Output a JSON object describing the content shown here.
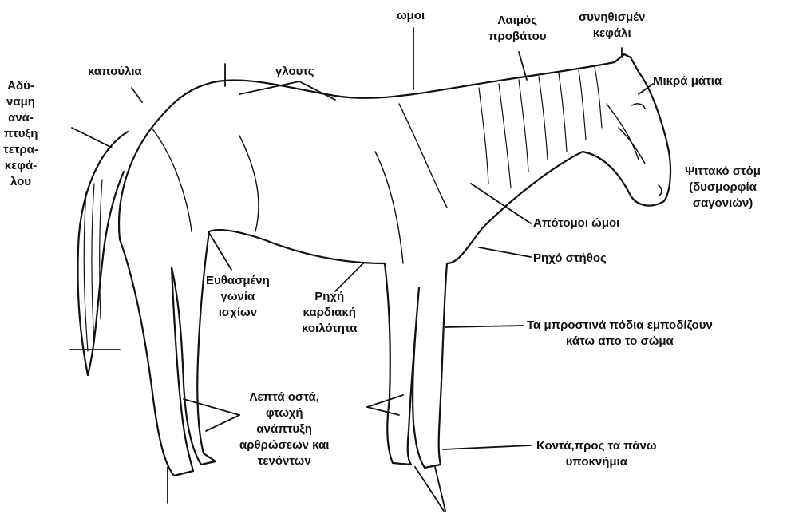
{
  "labels": {
    "shoulders": "ωμοι",
    "ewe_neck": "Λαιμός\nπροβάτου",
    "head": "συνηθισμέν\nκεφάλι",
    "small_eyes": "Μικρά μάτια",
    "saddle": "καπούλια",
    "loin": "γλουτς",
    "weak_quarters": "Αδύ-\nναμη\nανά-\nπτυξη\nτετρα-\nκεφά-\nλου",
    "parrot_mouth": "Ψιττακό στόμ\n(δυσμορφία\nσαγονιών)",
    "upright_shoulders": "Απότομοι ώμοι",
    "shallow_chest": "Ρηχό στήθος",
    "straight_hip": "Ευθασμένη\nγωνία\nισχίων",
    "shallow_heart": "Ρηχή\nκαρδιακή\nκοιλότητα",
    "forelegs_under": "Τα μπροστινά πόδια εμποδίζουν\nκάτω απο το σώμα",
    "light_bones": "Λεπτά οστά,\nφτωχή\nανάπτυξη\nαρθρώσεων και\nτενόντων",
    "short_pasterns": "Κοντά,προς τα πάνω\nυποκνήμια"
  },
  "colors": {
    "ink": "#111111",
    "background": "#ffffff"
  }
}
